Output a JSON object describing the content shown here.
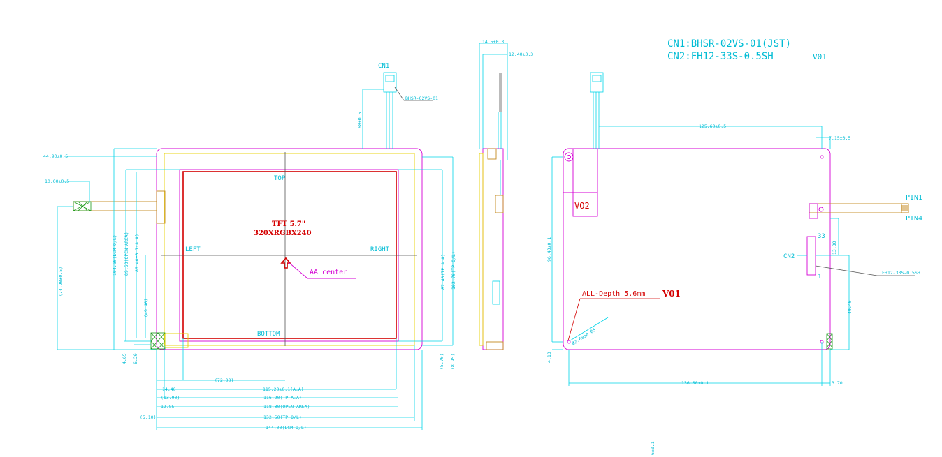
{
  "header": {
    "connector_line1": "CN1:BHSR-02VS-01(JST)",
    "connector_line2": "CN2:FH12-33S-0.5SH",
    "connector_version": "V01"
  },
  "front_view": {
    "cn1_label": "CN1",
    "cn1_part": "BHSR-02VS-01",
    "title_line1": "TFT 5.7\"",
    "title_line2": "320XRGBX240",
    "top": "TOP",
    "bottom": "BOTTOM",
    "left": "LEFT",
    "right": "RIGHT",
    "aa_center": "AA center",
    "dims": {
      "d_44_90": "44.90±0.5",
      "d_10_00": "10.00±0.5",
      "d_68": "68±0.5",
      "d_74_90": "(74.90±0.5)",
      "d_104_60": "104.60(LCM O/L)",
      "d_89_50": "89.50(OPEN AREA)",
      "d_86_40": "86.40±0.1(A.A)",
      "d_49_40": "(49.40)",
      "d_4_65": "4.65",
      "d_6_20": "6.20",
      "d_87_40": "87.40(TP A.A)",
      "d_102_70": "102.70(TP O/L)",
      "d_5_70": "(5.70)",
      "d_8_95": "(8.95)",
      "d_72_00": "(72.00)",
      "d_14_40": "14.40",
      "d_115_20": "115.20±0.1(A.A)",
      "d_13_90": "(13.90)",
      "d_116_20": "116.20(TP A.A)",
      "d_12_85": "12.85",
      "d_118_30": "118.30(OPEN AREA)",
      "d_5_10": "(5.10)",
      "d_132_50": "132.50(TP O/L)",
      "d_144_00": "144.00(LCM O/L)"
    }
  },
  "side_view": {
    "d_14_5": "14.5±0.3",
    "d_12_40": "12.40±0.3"
  },
  "rear_view": {
    "vo2": "VO2",
    "pin1": "PIN1",
    "pin4": "PIN4",
    "cn2": "CN2",
    "cn2_part": "FH12-33S-0.5SH",
    "pin33": "33",
    "pin_one": "1",
    "depth_note": "ALL-Depth 5.6mm",
    "depth_version": "V01",
    "d_125_60": "125.60±0.5",
    "d_7_15": "7.15±0.5",
    "d_96_40": "96.40±0.1",
    "d_13_30": "13.30",
    "d_49_40": "49.40",
    "d_2_60": "Ø2.60±0.05",
    "d_4_10": "4.10",
    "d_136_60": "136.60±0.1",
    "d_3_70": "3.70"
  },
  "footer": {
    "tolerance_mark": "6±0.1"
  }
}
